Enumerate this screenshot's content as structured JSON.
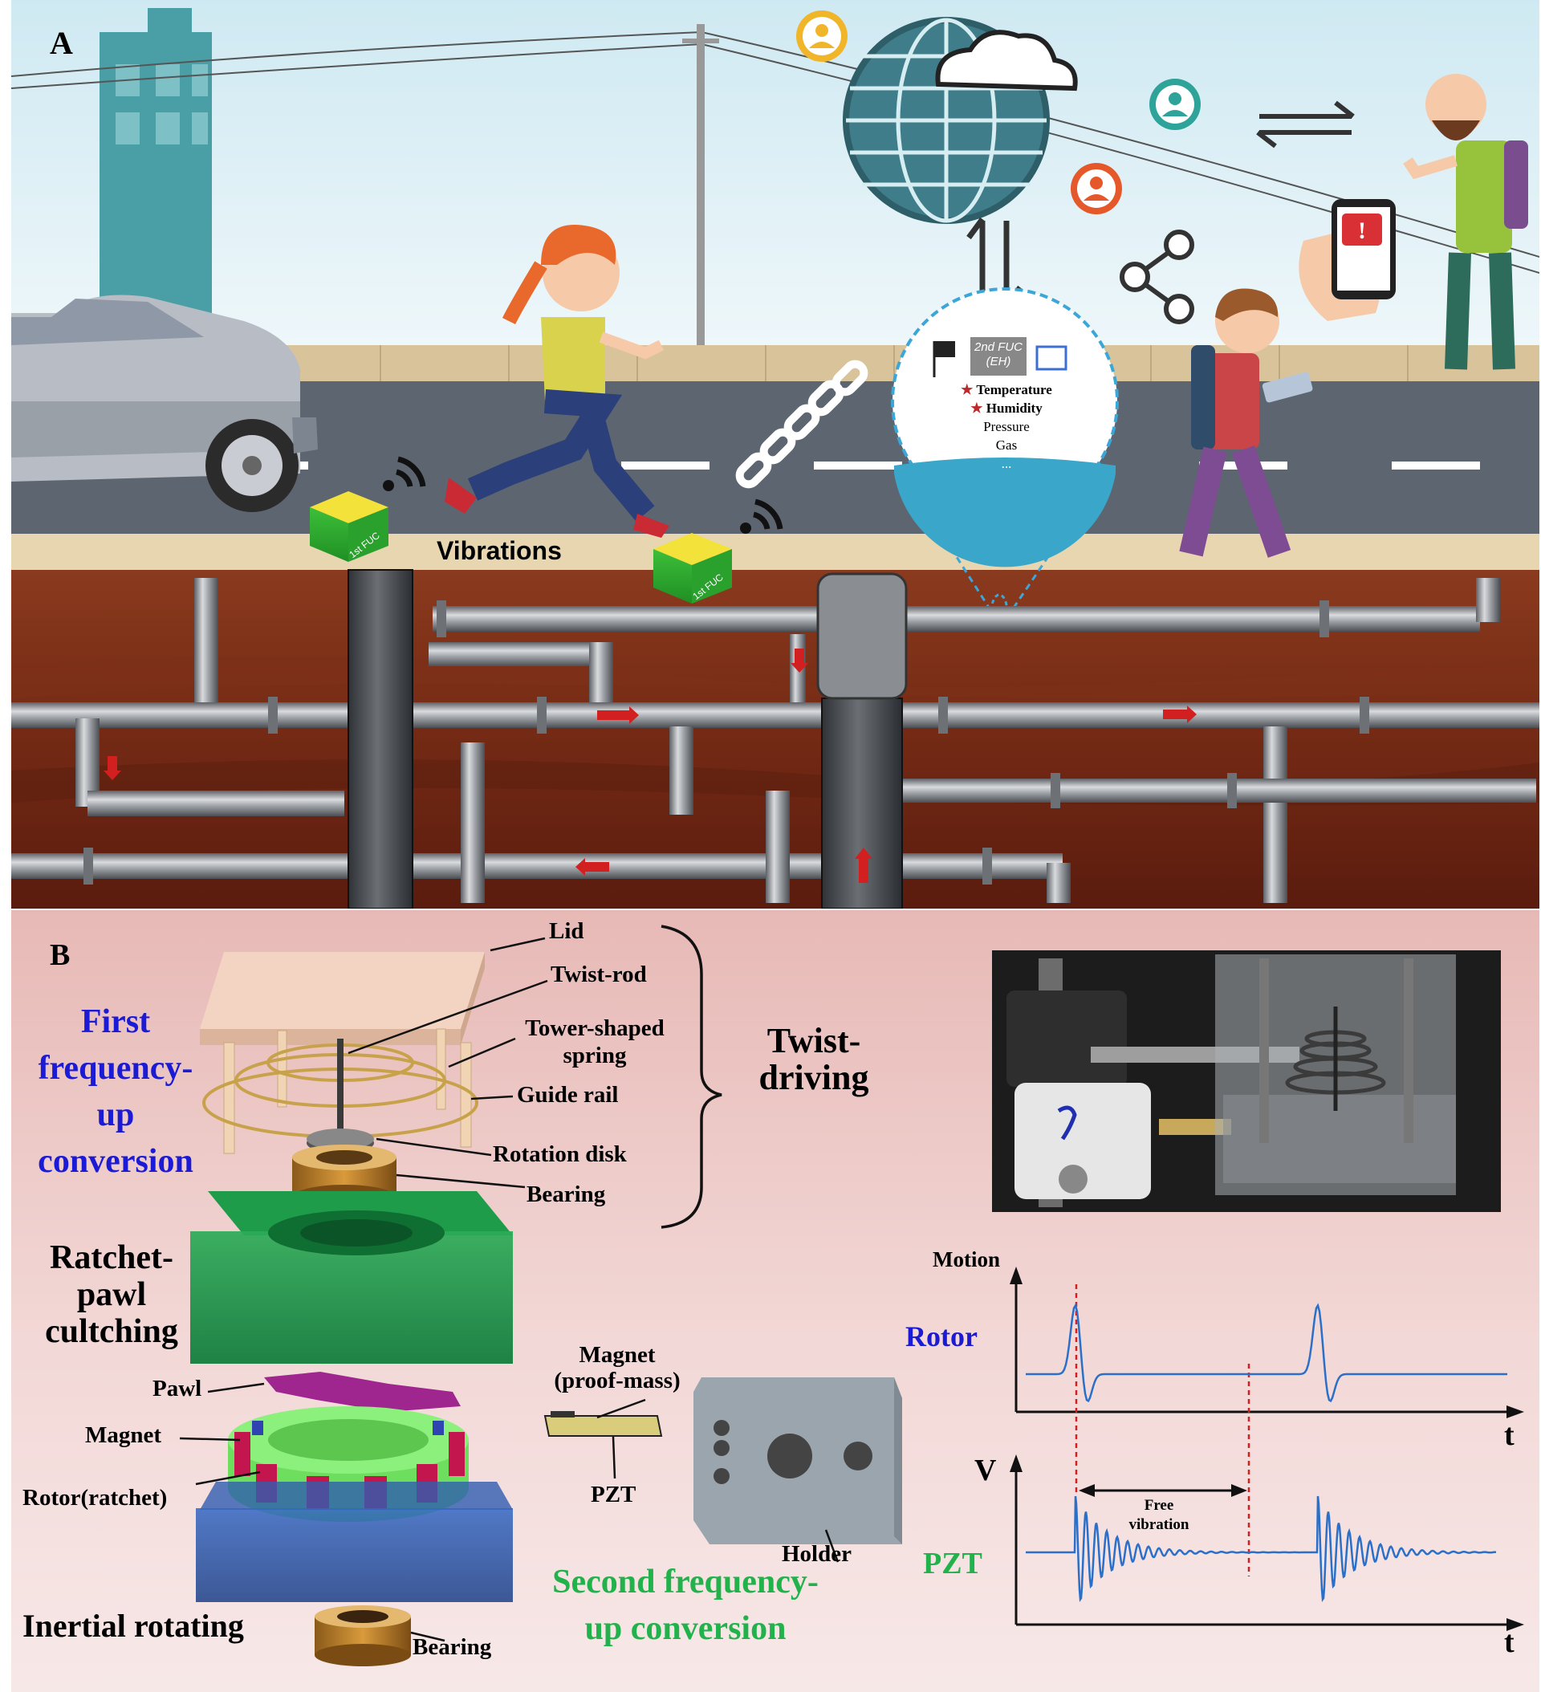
{
  "panel_a": {
    "panel_label": "A",
    "vibrations_label": "Vibrations",
    "fuc1_label": "1st FUC",
    "fuc2_label": "2nd FUC (EH)",
    "sensor_list": [
      "Temperature",
      "Humidity",
      "Pressure",
      "Gas",
      "..."
    ]
  },
  "panel_b": {
    "panel_label": "B",
    "first_fuc_label": [
      "First",
      "frequency-",
      "up",
      "conversion"
    ],
    "twist_driving_label": [
      "Twist-",
      "driving"
    ],
    "parts": {
      "lid": "Lid",
      "twist_rod": "Twist-rod",
      "tower_spring": [
        "Tower-shaped",
        "spring"
      ],
      "guide_rail": "Guide rail",
      "rotation_disk": "Rotation disk",
      "bearing_top": "Bearing",
      "pawl": "Pawl",
      "magnet": "Magnet",
      "rotor": "Rotor(ratchet)",
      "bearing_bottom": "Bearing",
      "magnet_proof_mass": [
        "Magnet",
        "(proof-mass)"
      ],
      "pzt": "PZT",
      "holder": "Holder"
    },
    "ratchet_label": [
      "Ratchet-",
      "pawl",
      "cultching"
    ],
    "inertial_label": "Inertial rotating",
    "second_fuc_label": [
      "Second frequency-",
      "up conversion"
    ],
    "plot": {
      "motion_axis": "Motion",
      "rotor_label": "Rotor",
      "t_label_top": "t",
      "v_axis": "V",
      "pzt_label": "PZT",
      "t_label_bottom": "t",
      "free_vibration": [
        "Free",
        "vibration"
      ]
    }
  },
  "colors": {
    "blue_label": "#1b1bd6",
    "green_label": "#22b24c",
    "signal_line": "#2a6fc9",
    "marker_red": "#d21f1f"
  }
}
